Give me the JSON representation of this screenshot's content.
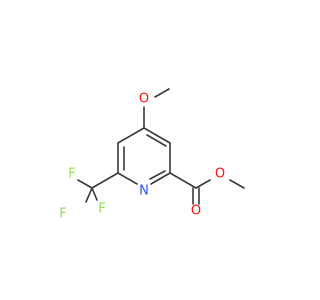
{
  "molecule": {
    "atoms": {
      "methoxy_oxygen": {
        "symbol": "O",
        "color": "#ff0d0d"
      },
      "ring_nitrogen": {
        "symbol": "N",
        "color": "#3050f8"
      },
      "fluorine_1": {
        "symbol": "F",
        "color": "#90e050"
      },
      "fluorine_2": {
        "symbol": "F",
        "color": "#90e050"
      },
      "fluorine_3": {
        "symbol": "F",
        "color": "#90e050"
      },
      "carbonyl_oxygen": {
        "symbol": "O",
        "color": "#ff0d0d"
      },
      "ester_oxygen": {
        "symbol": "O",
        "color": "#ff0d0d"
      }
    },
    "bond_color": "#3a3a3a"
  }
}
